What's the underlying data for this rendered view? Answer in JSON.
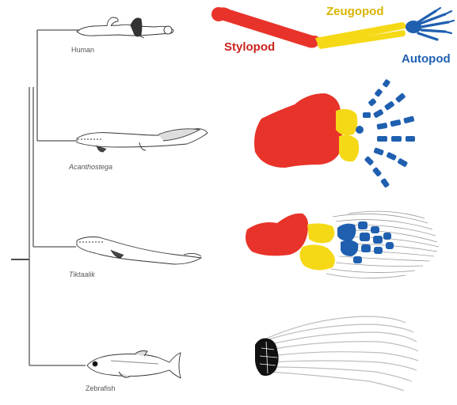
{
  "species": [
    {
      "name": "Human",
      "italic": false
    },
    {
      "name": "Acanthostega",
      "italic": true
    },
    {
      "name": "Tiktaalik",
      "italic": true
    },
    {
      "name": "Zebrafish",
      "italic": false
    }
  ],
  "regions": {
    "stylopod": {
      "label": "Stylopod",
      "color": "#e8332a"
    },
    "zeugopod": {
      "label": "Zeugopod",
      "color": "#f5d916"
    },
    "autopod": {
      "label": "Autopod",
      "color": "#1f5fb0"
    }
  },
  "colors": {
    "tree": "#555555",
    "fin_rays": "#9a9a9a",
    "fish_fin": "#111111"
  }
}
